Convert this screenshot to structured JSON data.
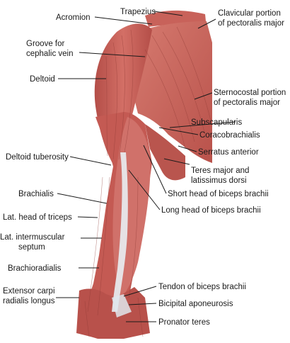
{
  "labels": {
    "acromion": "Acromion",
    "trapezius": "Trapezius",
    "clavicular_1": "Clavicular portion",
    "clavicular_2": "of pectoralis major",
    "groove_1": "Groove for",
    "groove_2": "cephalic vein",
    "deltoid": "Deltoid",
    "sternocostal_1": "Sternocostal portion",
    "sternocostal_2": "of pectoralis major",
    "subscapularis": "Subscapularis",
    "coracobrachialis": "Coracobrachialis",
    "serratus": "Serratus anterior",
    "deltoid_tuberosity": "Deltoid tuberosity",
    "teres_1": "Teres major and",
    "teres_2": "latissimus dorsi",
    "brachialis": "Brachialis",
    "short_head": "Short head of biceps brachii",
    "long_head": "Long head of biceps brachii",
    "lat_triceps": "Lat. head of triceps",
    "lat_septum_1": "Lat. intermuscular",
    "lat_septum_2": "septum",
    "brachioradialis": "Brachioradialis",
    "ecrl_1": "Extensor carpi",
    "ecrl_2": "radialis longus",
    "tendon_biceps": "Tendon of biceps brachii",
    "bicipital": "Bicipital aponeurosis",
    "pronator": "Pronator teres"
  },
  "colors": {
    "muscle": "#c9615a",
    "muscle_dark": "#a8453f",
    "muscle_light": "#e09a8f",
    "tendon": "#e8eef3",
    "text": "#1a1a1a"
  }
}
